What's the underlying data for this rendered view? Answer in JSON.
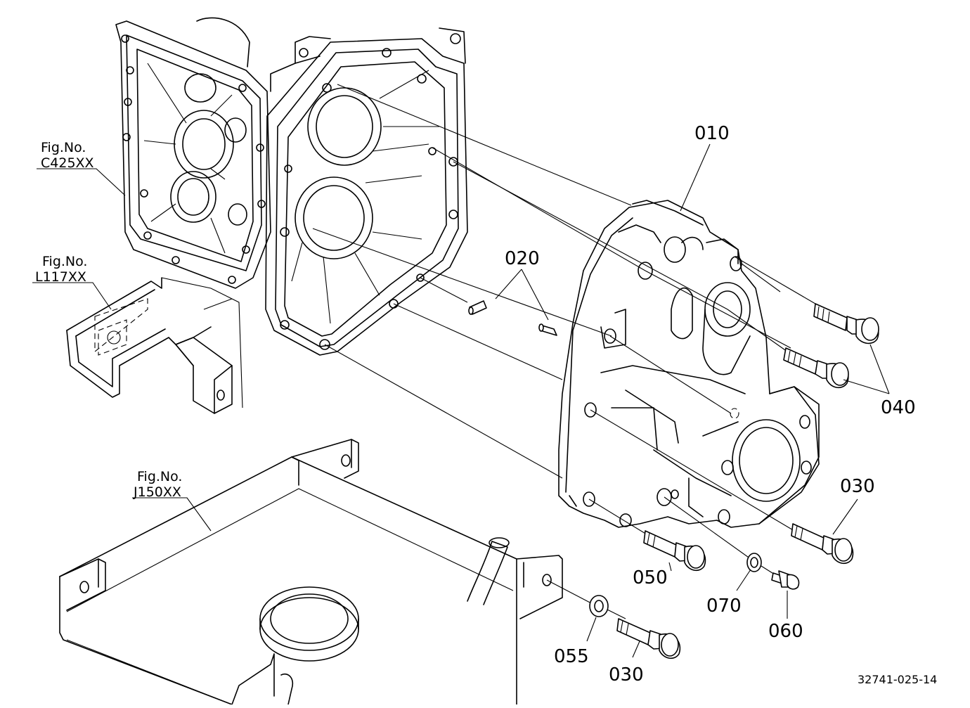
{
  "diagram": {
    "figure_refs": [
      {
        "id": "fig-c425",
        "line1": "Fig.No.",
        "line2": "C425XX"
      },
      {
        "id": "fig-l117",
        "line1": "Fig.No.",
        "line2": "L117XX"
      },
      {
        "id": "fig-j150",
        "line1": "Fig.No.",
        "line2": "J150XX"
      }
    ],
    "part_labels": [
      {
        "id": "p010",
        "text": "010"
      },
      {
        "id": "p020",
        "text": "020"
      },
      {
        "id": "p040",
        "text": "040"
      },
      {
        "id": "p030a",
        "text": "030"
      },
      {
        "id": "p050",
        "text": "050"
      },
      {
        "id": "p070",
        "text": "070"
      },
      {
        "id": "p060",
        "text": "060"
      },
      {
        "id": "p055",
        "text": "055"
      },
      {
        "id": "p030b",
        "text": "030"
      }
    ],
    "drawing_code": "32741-025-14"
  }
}
